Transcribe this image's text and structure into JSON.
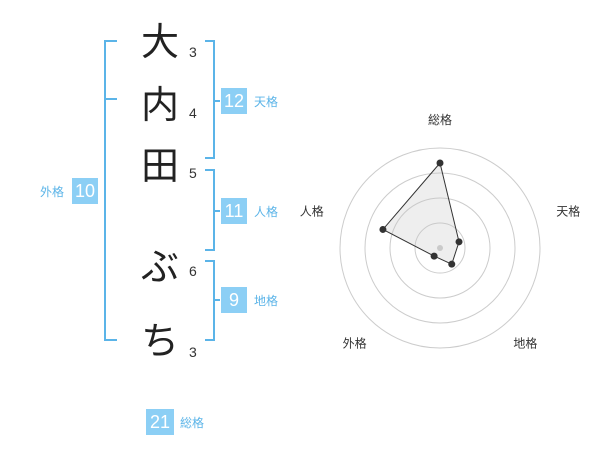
{
  "name": {
    "chars": [
      {
        "char": "大",
        "strokes": "3"
      },
      {
        "char": "内",
        "strokes": "4"
      },
      {
        "char": "田",
        "strokes": "5"
      },
      {
        "char": "ぶ",
        "strokes": "6"
      },
      {
        "char": "ち",
        "strokes": "3"
      }
    ]
  },
  "kakusu": {
    "tenkaku": {
      "value": "12",
      "label": "天格"
    },
    "jinkaku": {
      "value": "11",
      "label": "人格"
    },
    "chikaku": {
      "value": "9",
      "label": "地格"
    },
    "gaikaku": {
      "value": "10",
      "label": "外格"
    },
    "soukaku": {
      "value": "21",
      "label": "総格"
    }
  },
  "colors": {
    "accent": "#5bb4e8",
    "box": "#8ccff5"
  },
  "chart_data": {
    "type": "radar",
    "axes": [
      "総格",
      "天格",
      "地格",
      "外格",
      "人格"
    ],
    "values": [
      0.85,
      0.2,
      0.2,
      0.1,
      0.6
    ],
    "rings": 4,
    "range": [
      0,
      1
    ]
  }
}
